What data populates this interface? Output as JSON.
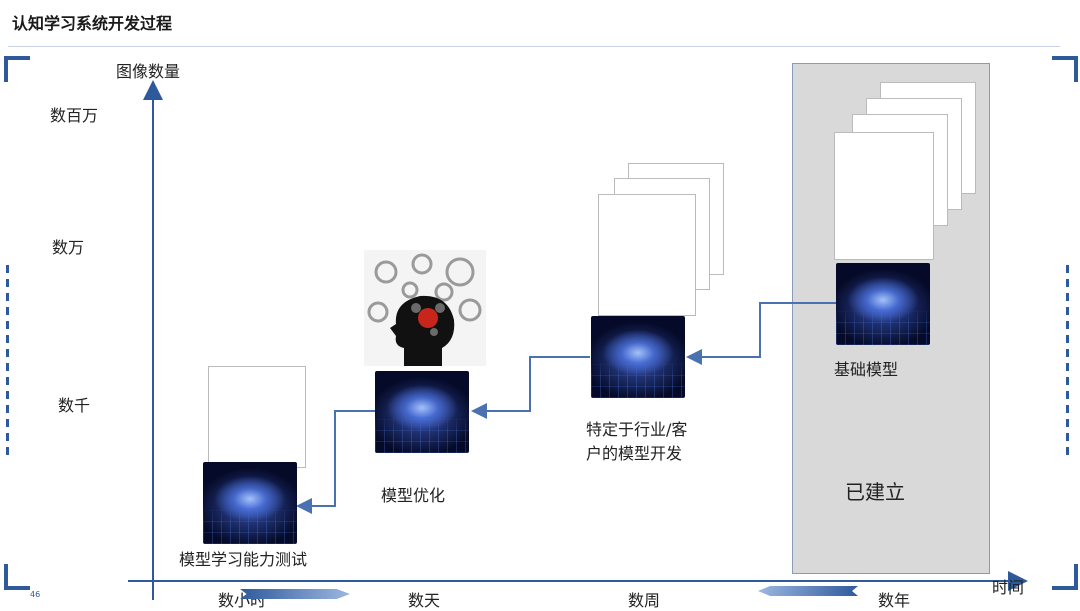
{
  "title": "认知学习系统开发过程",
  "y_axis": {
    "title": "图像数量",
    "levels": [
      "数百万",
      "数万",
      "数千"
    ]
  },
  "x_axis": {
    "title": "时间",
    "levels": [
      "数小时",
      "数天",
      "数周",
      "数年"
    ]
  },
  "stages": [
    {
      "label": "模型学习能力测试"
    },
    {
      "label": "模型优化"
    },
    {
      "label_line1": "特定于行业/客",
      "label_line2": "户的模型开发"
    },
    {
      "label": "基础模型"
    }
  ],
  "established_label": "已建立",
  "page_number": "46",
  "colors": {
    "accent": "#2e5a9c",
    "arrow": "#4a72b0",
    "box_fill": "#d9d9d9",
    "brain_dark": "#05123a",
    "brain_glow": "#9fc2ff"
  }
}
